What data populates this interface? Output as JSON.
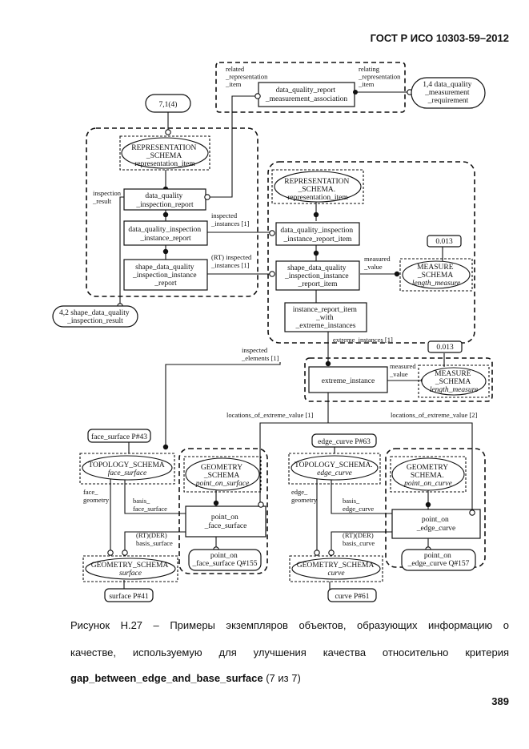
{
  "header": {
    "standard": "ГОСТ Р ИСО 10303-59–2012"
  },
  "diagram": {
    "top": {
      "label_related": [
        "related",
        "_representation",
        "_item"
      ],
      "label_relating": [
        "relating",
        "_representation",
        "_item"
      ],
      "association_box": [
        "data_quality_report",
        "_measurement_association"
      ],
      "requirement_ref": [
        "1,4 data_quality",
        "_measurement",
        "_requirement"
      ],
      "ref_7_1": "7,1(4)"
    },
    "left_group": {
      "schema_ellipse": [
        "REPRESENTATION",
        "_SCHEMA",
        "representation_item"
      ],
      "inspection_report": [
        "data_quality",
        "_inspection_report"
      ],
      "label_inspection_result": [
        "inspection",
        "_result"
      ],
      "instance_report": [
        "data_quality_inspection",
        "_instance_report"
      ],
      "shape_instance_report": [
        "shape_data_quality",
        "_inspection_instance",
        "_report"
      ],
      "label_inspected_instances_1": [
        "inspected",
        "_instances [1]"
      ],
      "label_rt_inspected_instances": [
        "(RT) inspected",
        "_instances [1]"
      ],
      "ref_4_2": [
        "4,2 shape_data_quality",
        "_inspection_result"
      ]
    },
    "right_group": {
      "schema_ellipse": [
        "REPRESENTATION",
        "_SCHEMA.",
        "representation_item"
      ],
      "instance_report_item": [
        "data_quality_inspection",
        "_instance_report_item"
      ],
      "shape_instance_report_item": [
        "shape_data_quality",
        "_inspection_instance",
        "_report_item"
      ],
      "label_measured_value": [
        "measured",
        "_value"
      ],
      "measure_schema": [
        "MEASURE",
        "_SCHEMA",
        "length_measure"
      ],
      "measure_value": "0.013",
      "instance_report_item_with": [
        "instance_report_item",
        "_with",
        "_extreme_instances"
      ],
      "label_extreme_instances": "extreme_instances [1]"
    },
    "extreme": {
      "label_inspected_elements": [
        "inspected",
        "_elements [1]"
      ],
      "extreme_instance": "extreme_instance",
      "label_measured_value": [
        "measured",
        "_value"
      ],
      "measure_schema": [
        "MEASURE",
        "_SCHEMA",
        "length_measure"
      ],
      "measure_value": "0.013",
      "label_locations_1": "locations_of_extreme_value [1]",
      "label_locations_2": "locations_of_extreme_value [2]"
    },
    "bottom_left": {
      "face_surface_ref": "face_surface P#43",
      "topology_schema": [
        "TOPOLOGY_SCHEMA",
        "face_surface"
      ],
      "geometry_schema_point": [
        "GEOMETRY",
        "_SCHEMA",
        "point_on_surface"
      ],
      "label_face_geometry": [
        "face_",
        "geometry"
      ],
      "label_basis_face_surface": [
        "basis_",
        "face_surface"
      ],
      "point_on_face_surface": [
        "point_on",
        "_face_surface"
      ],
      "label_rt_der": [
        "(RT)(DER)",
        "basis_surface"
      ],
      "ref_point": [
        "point_on",
        "_face_surface Q#155"
      ],
      "geometry_schema_surface": [
        "GEOMETRY_SCHEMA",
        "surface"
      ],
      "surface_ref": "surface P#41"
    },
    "bottom_right": {
      "edge_curve_ref": "edge_curve P#63",
      "topology_schema": [
        "TOPOLOGY_SCHEMA.",
        "edge_curve"
      ],
      "geometry_schema_point": [
        "GEOMETRY",
        "SCHEMA.",
        "point_on_curve"
      ],
      "label_edge_geometry": [
        "edge_",
        "geometry"
      ],
      "label_basis_edge_curve": [
        "basis_",
        "edge_curve"
      ],
      "point_on_edge_curve": [
        "point_on",
        "_edge_curve"
      ],
      "label_rt_der": [
        "(RT)(DER)",
        "basis_curve"
      ],
      "ref_point": [
        "point_on",
        "_edge_curve Q#157"
      ],
      "geometry_schema_curve": [
        "GEOMETRY_SCHEMA",
        "curve"
      ],
      "curve_ref": "curve P#61"
    }
  },
  "caption": {
    "line1": "Рисунок Н.27 – Примеры экземпляров объектов, образующих информацию о",
    "line2": "качестве, используемую для улучшения качества относительно критерия",
    "line3_bold": "gap_between_edge_and_base_surface",
    "line3_rest": " (7 из 7)"
  },
  "page_number": "389"
}
